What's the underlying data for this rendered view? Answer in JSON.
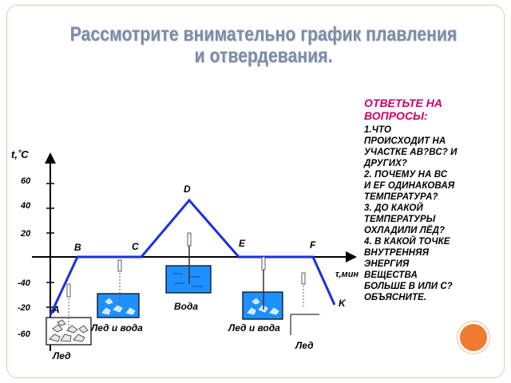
{
  "title": {
    "line1": "Рассмотрите внимательно график плавления",
    "line2": "и отвердевания."
  },
  "questions": {
    "heading_line1": "ОТВЕТЬТЕ НА",
    "heading_line2": "ВОПРОСЫ:",
    "lines": [
      "1.ЧТО",
      "ПРОИСХОДИТ НА",
      "УЧАСТКЕ АВ?ВС? И",
      "ДРУГИХ?",
      "2. ПОЧЕМУ НА ВС",
      "И EF ОДИНАКОВАЯ",
      "ТЕМПЕРАТУРА?",
      "3. ДО КАКОЙ",
      "ТЕМПЕРАТУРЫ",
      "ОХЛАДИЛИ ЛЁД?",
      "4. В КАКОЙ ТОЧКЕ",
      "ВНУТРЕННЯЯ",
      "ЭНЕРГИЯ",
      "ВЕЩЕСТВА",
      "БОЛЬШЕ В ИЛИ С?",
      "ОБЪЯСНИТЕ."
    ]
  },
  "graph": {
    "y_axis_label": "t,˚C",
    "x_axis_label": "τ,мин",
    "y_ticks": [
      "60",
      "40",
      "20",
      "-40",
      "-20",
      "-60"
    ],
    "points": {
      "A": "A",
      "B": "B",
      "C": "C",
      "D": "D",
      "E": "E",
      "F": "F",
      "K": "K"
    },
    "captions": {
      "ice_left": "Лед",
      "ice_water_left": "Лед и вода",
      "water": "Вода",
      "ice_water_right": "Лед и вода",
      "ice_right": "Лед"
    },
    "line_color": "#1a2fe0",
    "water_color": "#1e90ff"
  }
}
